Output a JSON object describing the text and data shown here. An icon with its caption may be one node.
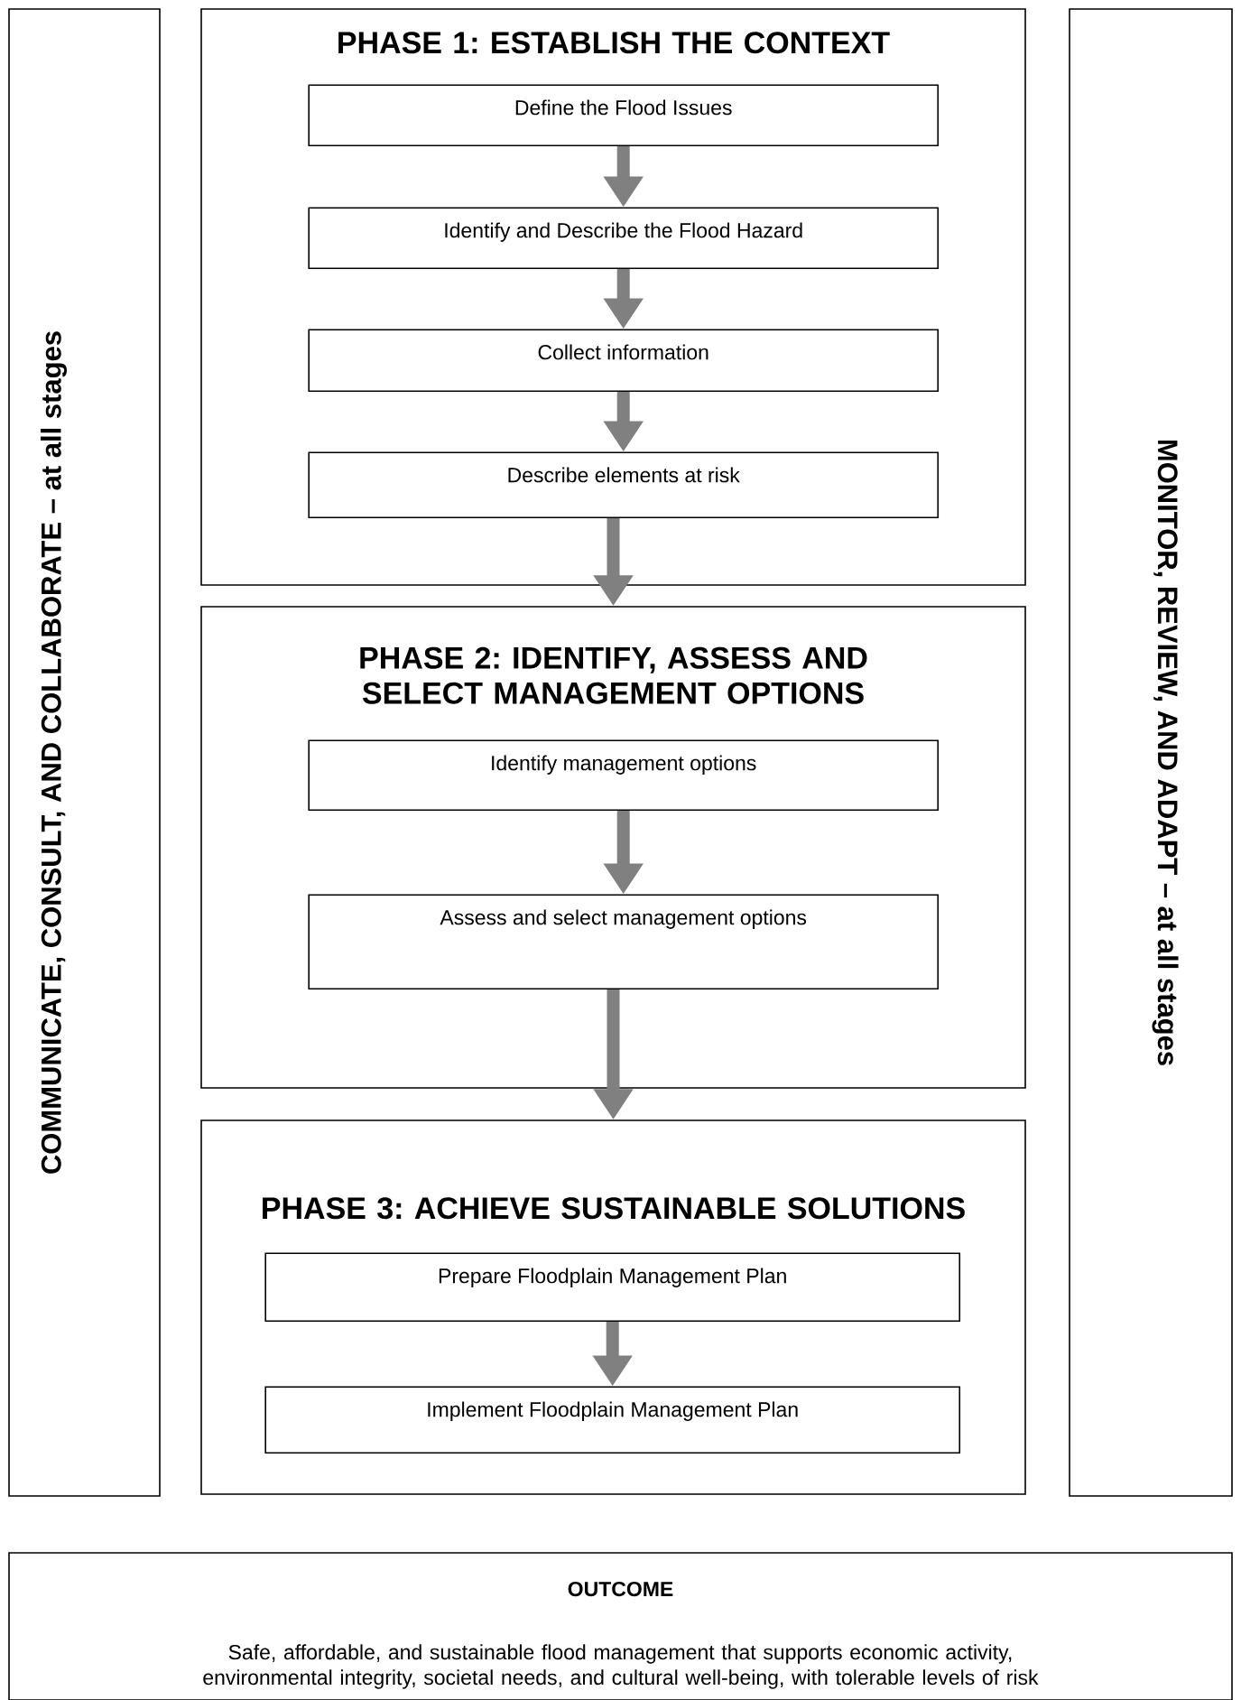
{
  "diagram": {
    "nodes": [
      {
        "text": [
          "COMMUNICATE, CONSULT, AND COLLABORATE – at all stages"
        ]
      },
      {
        "text": [
          "PHASE 1: ESTABLISH THE CONTEXT"
        ]
      },
      {
        "text": [
          "Define the Flood Issues"
        ],
        "in": 1
      },
      {
        "text": [
          "Identify and Describe the Flood Hazard"
        ],
        "in": 1
      },
      {
        "text": [
          "Collect information"
        ],
        "in": 1
      },
      {
        "text": [
          "Describe elements at risk"
        ],
        "in": 1
      },
      {
        "text": [
          "PHASE 2: IDENTIFY, ASSESS AND SELECT MANAGEMENT OPTIONS"
        ]
      },
      {
        "text": [
          "Identify management options"
        ],
        "in": 6
      },
      {
        "text": [
          "Assess and select management options"
        ],
        "in": 6
      },
      {
        "text": [
          "PHASE 3: ACHIEVE SUSTAINABLE SOLUTIONS"
        ]
      },
      {
        "text": [
          "Prepare Floodplain Management Plan"
        ],
        "in": 9
      },
      {
        "text": [
          "Implement Floodplain Management Plan"
        ],
        "in": 9
      },
      {
        "text": [
          "MONITOR, REVIEW, AND ADAPT – at all stages"
        ]
      },
      {
        "text": [
          "OUTCOME",
          "Safe, affordable, and sustainable flood management that supports economic activity, environmental integrity, societal needs, and cultural well-being, with tolerable levels of risk"
        ]
      }
    ],
    "edges": [
      {
        "from": 2,
        "to": 3,
        "arrow": "to"
      },
      {
        "from": 3,
        "to": 4,
        "arrow": "to"
      },
      {
        "from": 4,
        "to": 5,
        "arrow": "to"
      },
      {
        "from": 5,
        "to": 6,
        "arrow": "to"
      },
      {
        "from": 7,
        "to": 8,
        "arrow": "to"
      },
      {
        "from": 8,
        "to": 9,
        "arrow": "to"
      },
      {
        "from": 10,
        "to": 11,
        "arrow": "to"
      }
    ]
  }
}
